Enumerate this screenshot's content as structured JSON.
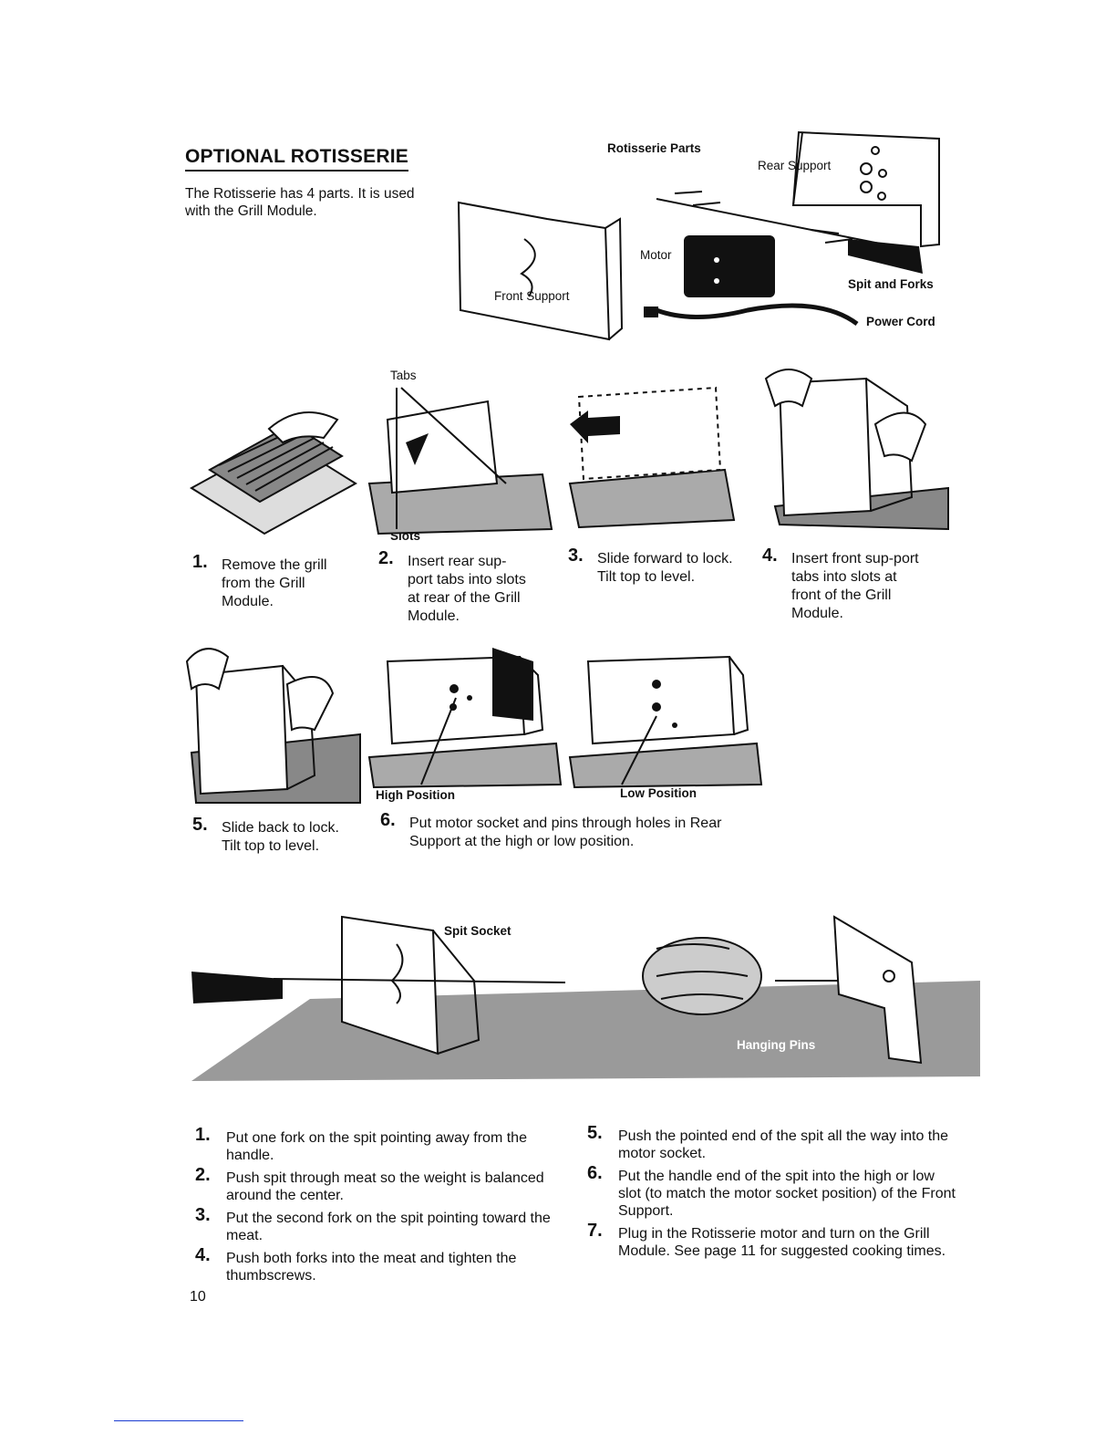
{
  "heading": "OPTIONAL ROTISSERIE",
  "intro": "The Rotisserie has 4 parts. It is used with the Grill Module.",
  "parts_figure": {
    "title": "Rotisserie Parts",
    "labels": {
      "rear_support": "Rear Support",
      "motor": "Motor",
      "front_support": "Front Support",
      "spit_and_forks": "Spit and Forks",
      "power_cord": "Power Cord"
    }
  },
  "figure_labels": {
    "tabs": "Tabs",
    "slots": "Slots",
    "high_position": "High Position",
    "low_position": "Low Position",
    "spit_socket": "Spit Socket",
    "hanging_pins": "Hanging Pins"
  },
  "assembly_steps": [
    {
      "num": "1.",
      "text": "Remove the grill from the Grill Module."
    },
    {
      "num": "2.",
      "text": "Insert rear sup-port tabs into slots at rear of the Grill Module."
    },
    {
      "num": "3.",
      "text": "Slide forward to lock. Tilt top to level."
    },
    {
      "num": "4.",
      "text": "Insert front sup-port tabs into slots at front of the Grill Module."
    },
    {
      "num": "5.",
      "text": "Slide back to lock. Tilt top to level."
    },
    {
      "num": "6.",
      "text": "Put motor socket and pins through holes in Rear Support at the high or low position."
    }
  ],
  "spit_steps_left": [
    {
      "num": "1.",
      "text": "Put one fork on the spit pointing away from the handle."
    },
    {
      "num": "2.",
      "text": "Push spit through meat so the weight is balanced around the center."
    },
    {
      "num": "3.",
      "text": "Put the second fork on the spit pointing toward the meat."
    },
    {
      "num": "4.",
      "text": "Push both forks into the meat and tighten the thumbscrews."
    }
  ],
  "spit_steps_right": [
    {
      "num": "5.",
      "text": "Push the pointed end of the spit all the way into the motor socket."
    },
    {
      "num": "6.",
      "text": "Put the handle end of the spit into the high or low slot (to match the motor socket position) of the Front Support."
    },
    {
      "num": "7.",
      "text": "Plug in the Rotisserie motor and turn on the Grill Module. See page 11 for suggested cooking times."
    }
  ],
  "page_number": "10"
}
